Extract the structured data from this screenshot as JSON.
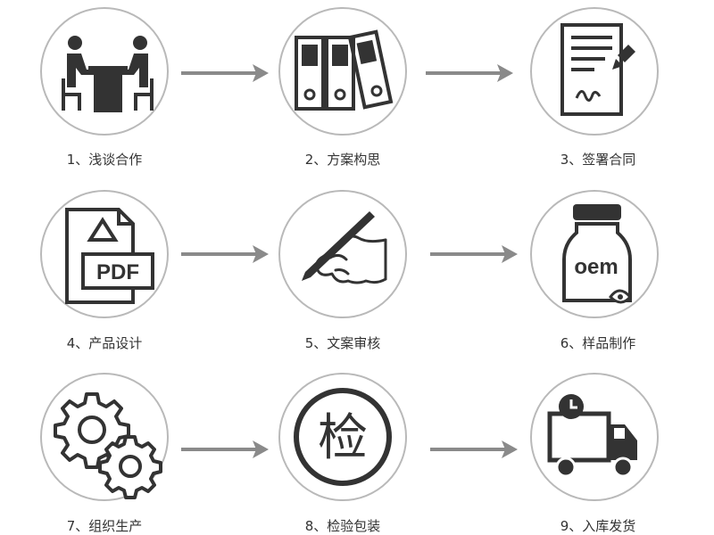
{
  "steps": [
    {
      "label": "1、浅谈合作",
      "icon": "meeting-icon"
    },
    {
      "label": "2、方案构思",
      "icon": "binders-icon"
    },
    {
      "label": "3、签署合同",
      "icon": "contract-sign-icon"
    },
    {
      "label": "4、产品设计",
      "icon": "pdf-file-icon"
    },
    {
      "label": "5、文案审核",
      "icon": "hand-writing-icon"
    },
    {
      "label": "6、样品制作",
      "icon": "oem-bottle-icon"
    },
    {
      "label": "7、组织生产",
      "icon": "gears-icon"
    },
    {
      "label": "8、检验包装",
      "icon": "inspection-icon",
      "glyph": "检"
    },
    {
      "label": "9、入库发货",
      "icon": "delivery-truck-icon"
    }
  ],
  "pdf_text": "PDF",
  "oem_text": "oem",
  "colors": {
    "icon": "#333333",
    "circle_border": "#b9b9b9",
    "arrow": "#8a8a8a",
    "text": "#333333"
  }
}
